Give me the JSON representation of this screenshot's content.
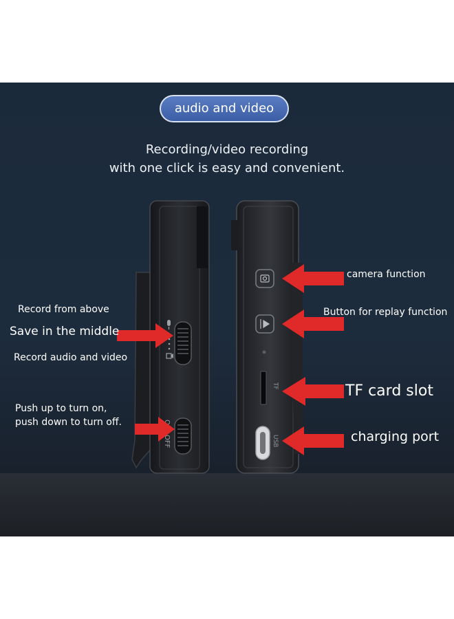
{
  "header": {
    "badge": "audio and video",
    "subtitle_line1": "Recording/video recording",
    "subtitle_line2": "with one click is easy and convenient."
  },
  "left_callouts": {
    "record_from_above": "Record from above",
    "save_in_middle": "Save in the middle",
    "record_audio_video": "Record audio and video",
    "power_line1": "Push up to turn on,",
    "power_line2": "push down to turn off."
  },
  "right_callouts": {
    "camera_function": "camera function",
    "replay_function": "Button for replay function",
    "tf_card_slot": "TF card slot",
    "charging_port": "charging port"
  },
  "device_marks": {
    "on": "ON",
    "off": "OFF",
    "tf": "TF",
    "usb": "USB"
  },
  "icons": [
    "microphone-icon",
    "video-camera-icon",
    "camera-icon",
    "replay-icon"
  ],
  "colors": {
    "arrow": "#e02a2a",
    "badge": "#4a6db3",
    "background": "#1c2b3c"
  }
}
